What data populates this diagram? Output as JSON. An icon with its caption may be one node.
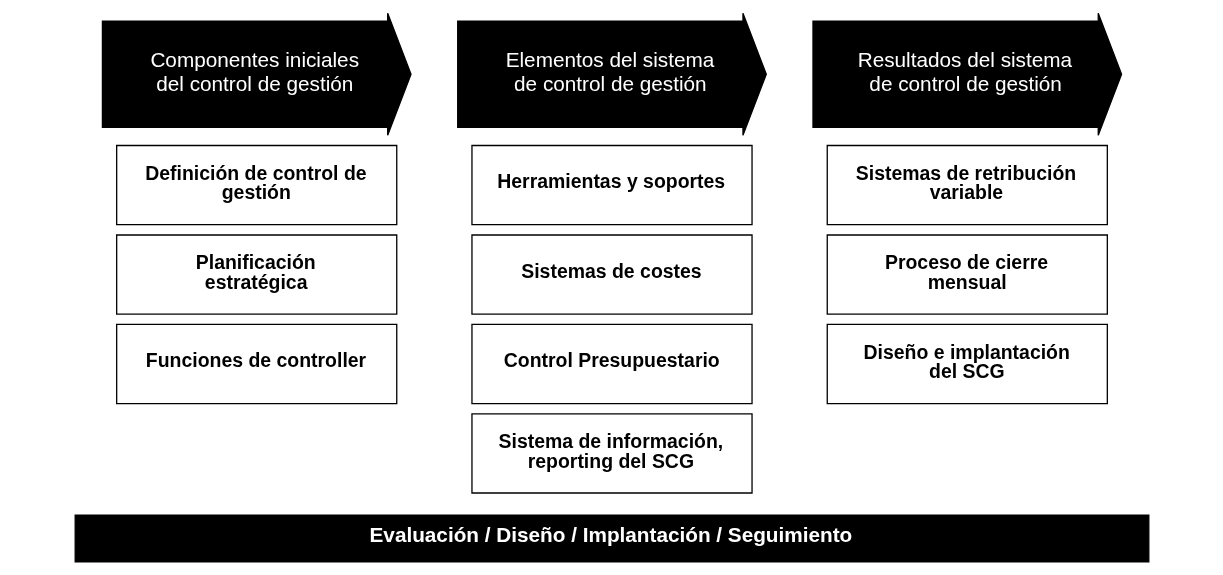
{
  "diagram": {
    "nodes": [
      {
        "text": [
          "Componentes iniciales del control de gestión"
        ]
      },
      {
        "text": [
          "Definición de control de gestión"
        ]
      },
      {
        "text": [
          "Planificación estratégica"
        ]
      },
      {
        "text": [
          "Funciones de controller"
        ]
      },
      {
        "text": [
          "Elementos del sistema de control de gestión"
        ]
      },
      {
        "text": [
          "Herramientas y soportes"
        ]
      },
      {
        "text": [
          "Sistemas de costes"
        ]
      },
      {
        "text": [
          "Control Presupuestario"
        ]
      },
      {
        "text": [
          "Sistema de información, reporting del SCG"
        ]
      },
      {
        "text": [
          "Resultados del sistema de control de gestión"
        ]
      },
      {
        "text": [
          "Sistemas de retribución variable"
        ]
      },
      {
        "text": [
          "Proceso de cierre mensual"
        ]
      },
      {
        "text": [
          "Diseño e implantación del SCG"
        ]
      },
      {
        "text": [
          "Evaluación / Diseño / Implantación / Seguimiento"
        ]
      }
    ],
    "edges": []
  }
}
